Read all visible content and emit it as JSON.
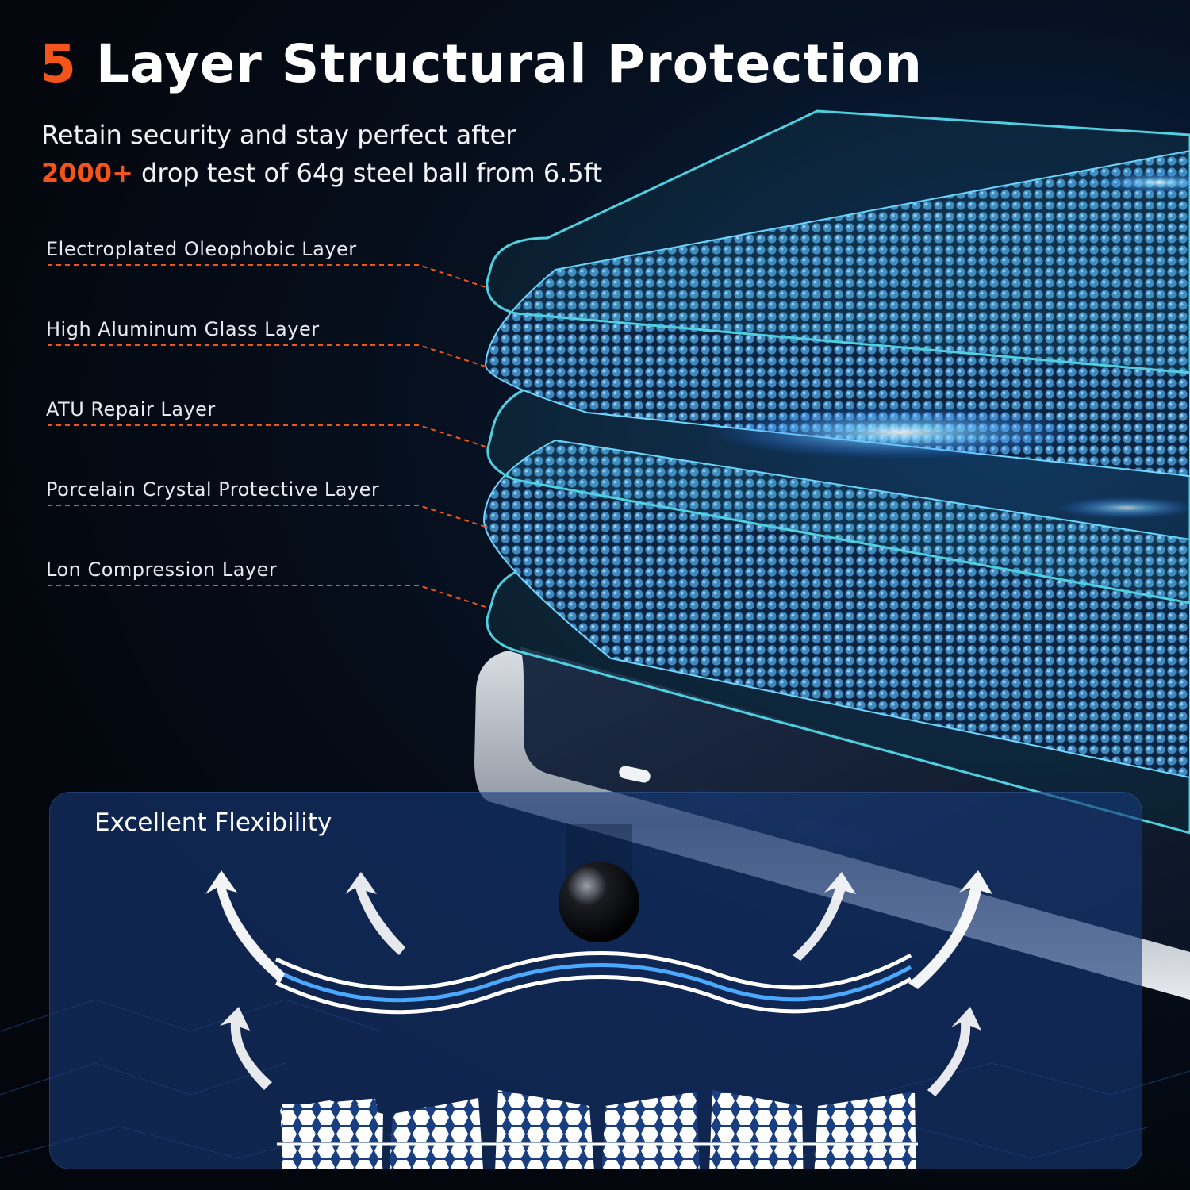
{
  "headline": {
    "number": "5",
    "text": "Layer Structural Protection"
  },
  "subtitle": {
    "line1": "Retain security and stay perfect after",
    "highlight": "2000+",
    "line2_rest": "drop test of 64g steel ball from 6.5ft"
  },
  "layers": [
    "Electroplated Oleophobic Layer",
    "High Aluminum Glass Layer",
    "ATU Repair Layer",
    "Porcelain Crystal Protective Layer",
    "Lon Compression Layer"
  ],
  "flex_panel": {
    "title": "Excellent Flexibility"
  },
  "colors": {
    "accent": "#f2541b",
    "glass": "#4fd0e0",
    "panel": "#163878",
    "text": "#ffffff"
  }
}
